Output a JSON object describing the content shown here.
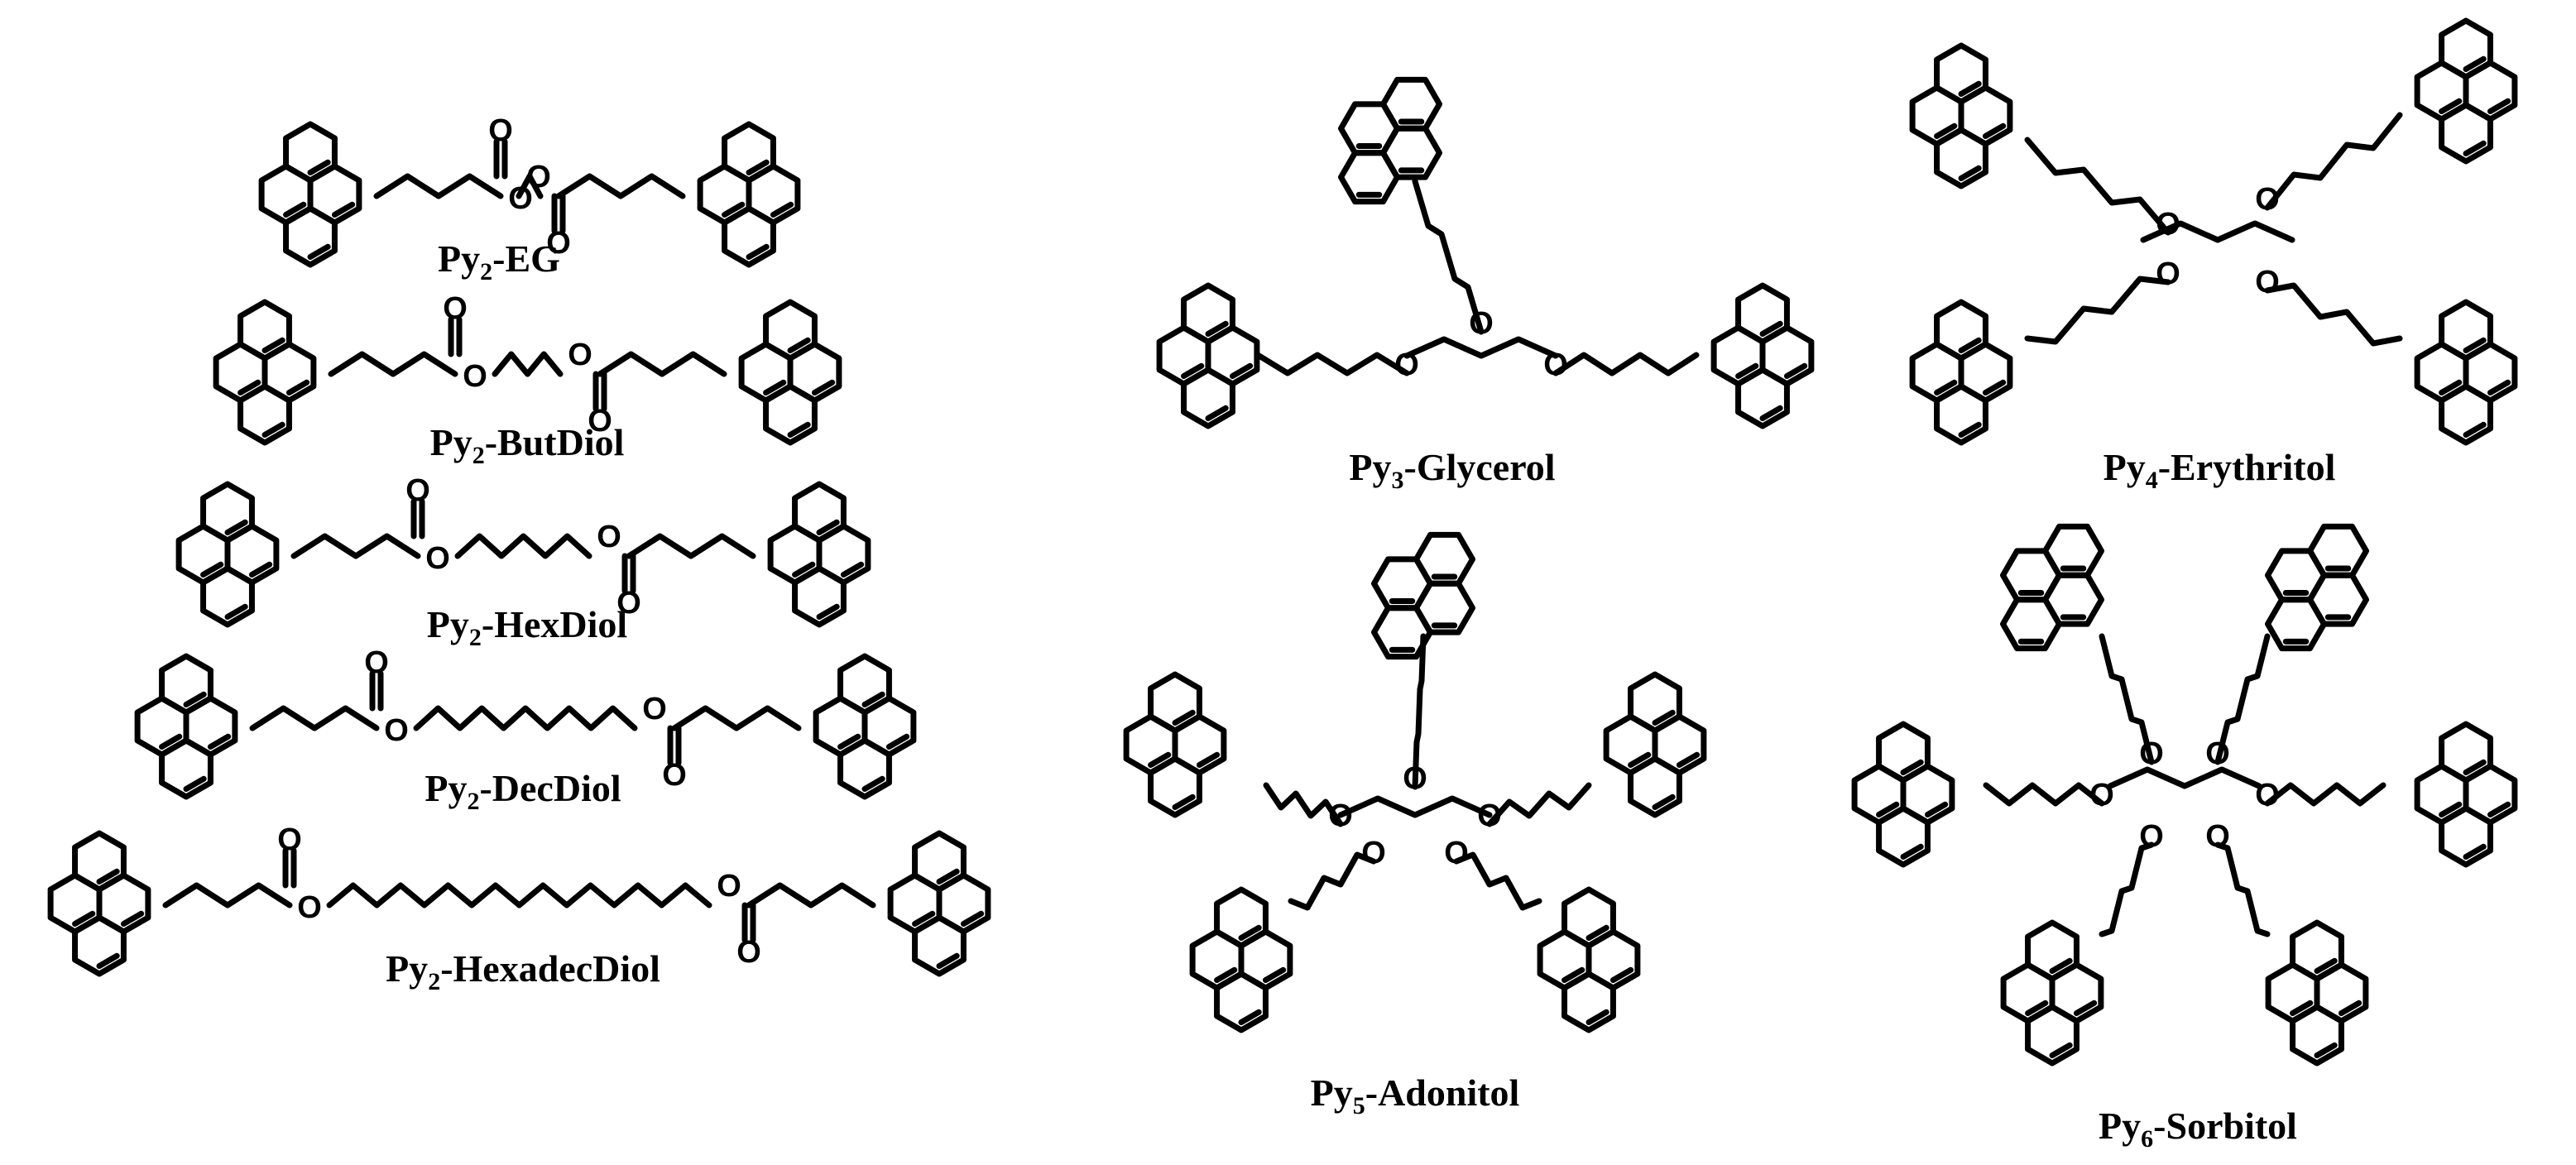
{
  "figure": {
    "stroke_color": "#000000",
    "background": "#ffffff"
  },
  "molecules": [
    {
      "id": "py2-eg",
      "prefix": "Py",
      "subscript": "2",
      "suffix": "-EG",
      "pyrene_count": 2,
      "linker_carbons": 2
    },
    {
      "id": "py2-butdiol",
      "prefix": "Py",
      "subscript": "2",
      "suffix": "-ButDiol",
      "pyrene_count": 2,
      "linker_carbons": 4
    },
    {
      "id": "py2-hexdiol",
      "prefix": "Py",
      "subscript": "2",
      "suffix": "-HexDiol",
      "pyrene_count": 2,
      "linker_carbons": 6
    },
    {
      "id": "py2-decdiol",
      "prefix": "Py",
      "subscript": "2",
      "suffix": "-DecDiol",
      "pyrene_count": 2,
      "linker_carbons": 10
    },
    {
      "id": "py2-hexadecdiol",
      "prefix": "Py",
      "subscript": "2",
      "suffix": "-HexadecDiol",
      "pyrene_count": 2,
      "linker_carbons": 16
    },
    {
      "id": "py3-glycerol",
      "prefix": "Py",
      "subscript": "3",
      "suffix": "-Glycerol",
      "pyrene_count": 3
    },
    {
      "id": "py4-erythritol",
      "prefix": "Py",
      "subscript": "4",
      "suffix": "-Erythritol",
      "pyrene_count": 4
    },
    {
      "id": "py5-adonitol",
      "prefix": "Py",
      "subscript": "5",
      "suffix": "-Adonitol",
      "pyrene_count": 5
    },
    {
      "id": "py6-sorbitol",
      "prefix": "Py",
      "subscript": "6",
      "suffix": "-Sorbitol",
      "pyrene_count": 6
    }
  ],
  "atom_label": "O"
}
